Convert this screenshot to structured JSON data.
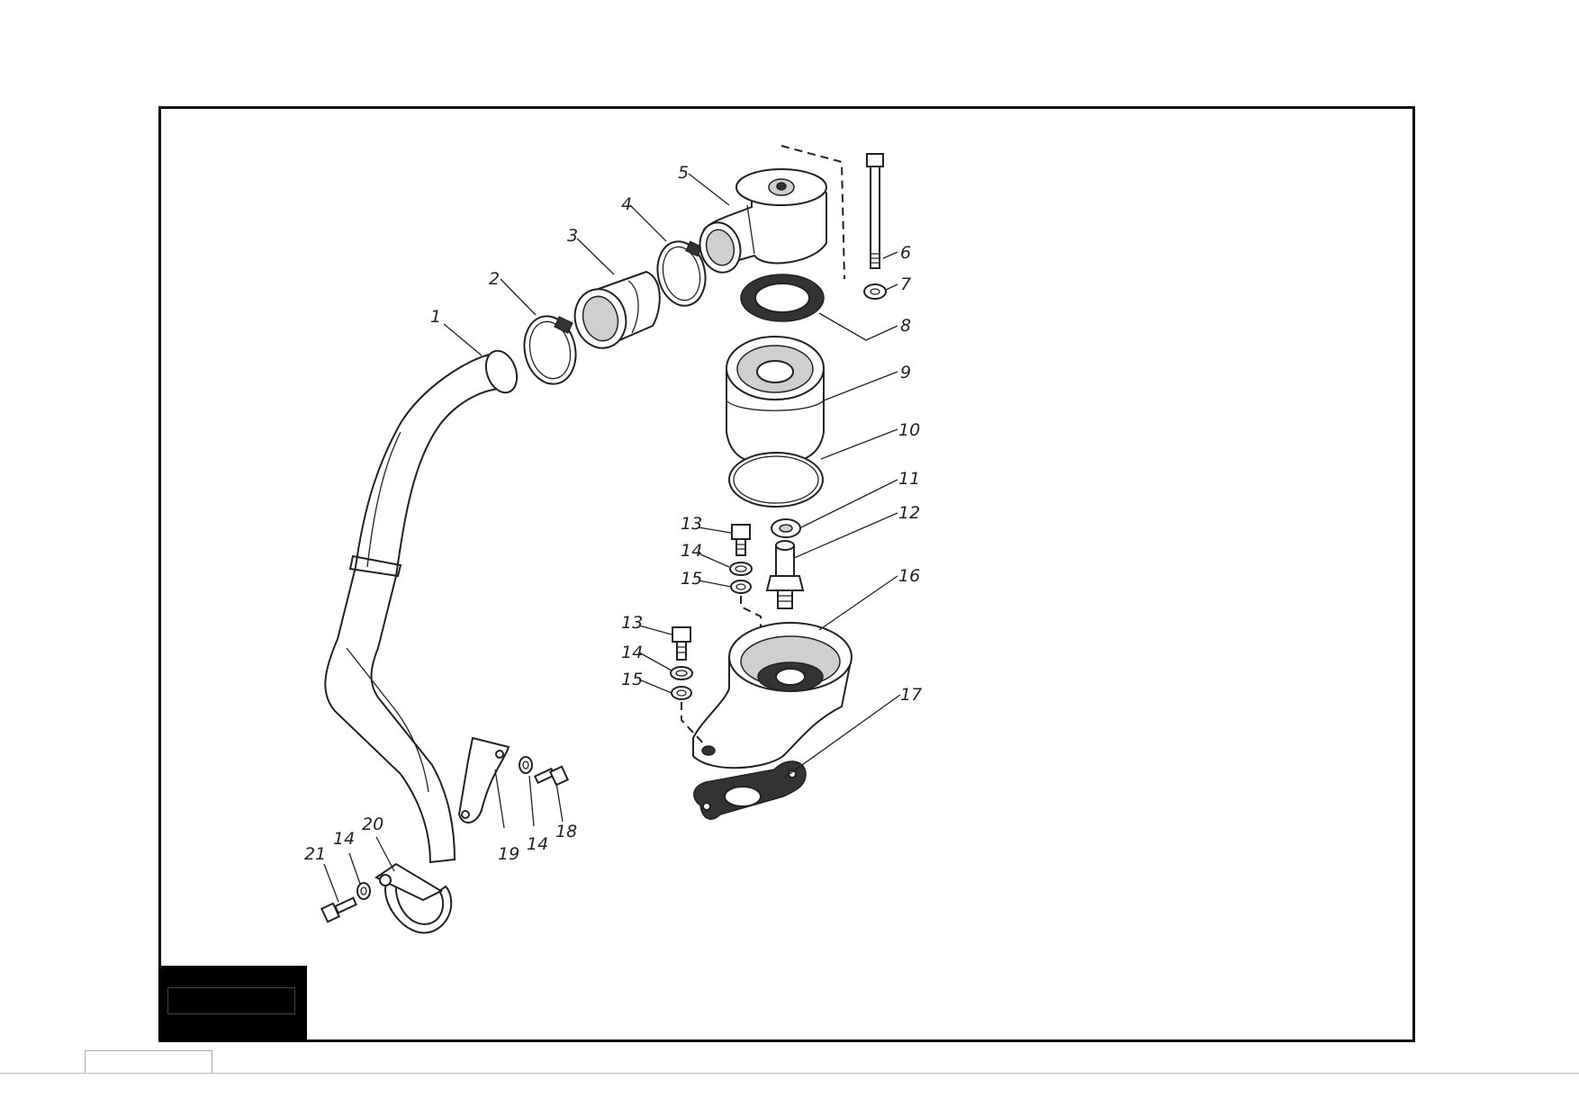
{
  "callouts": [
    {
      "id": "c1",
      "label": "1"
    },
    {
      "id": "c2",
      "label": "2"
    },
    {
      "id": "c3",
      "label": "3"
    },
    {
      "id": "c4",
      "label": "4"
    },
    {
      "id": "c5",
      "label": "5"
    },
    {
      "id": "c6",
      "label": "6"
    },
    {
      "id": "c7",
      "label": "7"
    },
    {
      "id": "c8",
      "label": "8"
    },
    {
      "id": "c9",
      "label": "9"
    },
    {
      "id": "c10",
      "label": "10"
    },
    {
      "id": "c11",
      "label": "11"
    },
    {
      "id": "c12",
      "label": "12"
    },
    {
      "id": "c13a",
      "label": "13"
    },
    {
      "id": "c14a",
      "label": "14"
    },
    {
      "id": "c15a",
      "label": "15"
    },
    {
      "id": "c16",
      "label": "16"
    },
    {
      "id": "c13b",
      "label": "13"
    },
    {
      "id": "c14b",
      "label": "14"
    },
    {
      "id": "c15b",
      "label": "15"
    },
    {
      "id": "c17",
      "label": "17"
    },
    {
      "id": "c19",
      "label": "19"
    },
    {
      "id": "c14c",
      "label": "14"
    },
    {
      "id": "c18",
      "label": "18"
    },
    {
      "id": "c21",
      "label": "21"
    },
    {
      "id": "c14d",
      "label": "14"
    },
    {
      "id": "c20",
      "label": "20"
    }
  ]
}
